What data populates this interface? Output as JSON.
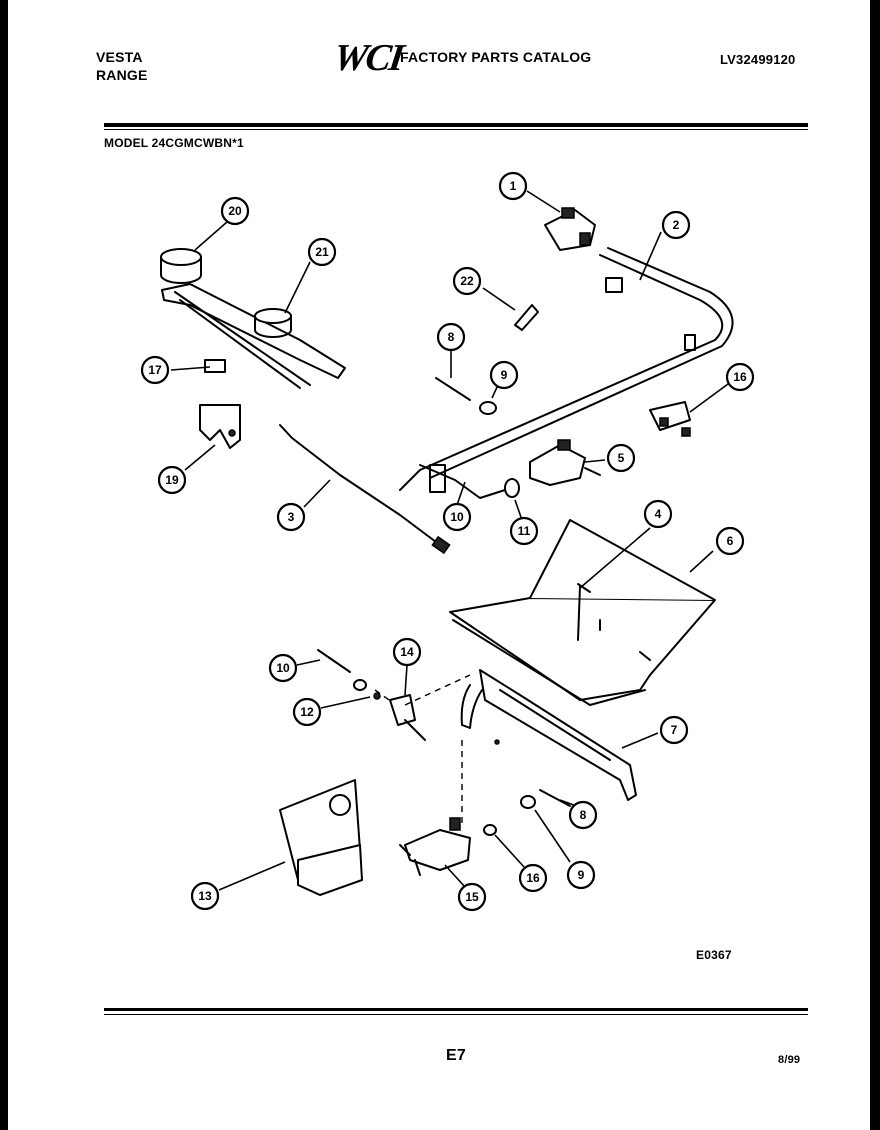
{
  "header": {
    "brand_line1": "VESTA",
    "brand_line2": "RANGE",
    "logo_text": "WCI",
    "catalog_title": "FACTORY PARTS CATALOG",
    "catalog_number": "LV32499120"
  },
  "model_label": "MODEL 24CGMCWBN*1",
  "figure_code": "E0367",
  "page_number": "E7",
  "date": "8/99",
  "callouts": {
    "c1": "1",
    "c2": "2",
    "c3": "3",
    "c4": "4",
    "c5": "5",
    "c6": "6",
    "c7": "7",
    "c8a": "8",
    "c8b": "8",
    "c9a": "9",
    "c9b": "9",
    "c10a": "10",
    "c10b": "10",
    "c11": "11",
    "c12": "12",
    "c13": "13",
    "c14": "14",
    "c15": "15",
    "c16a": "16",
    "c16b": "16",
    "c17": "17",
    "c19": "19",
    "c20": "20",
    "c21": "21",
    "c22": "22"
  }
}
